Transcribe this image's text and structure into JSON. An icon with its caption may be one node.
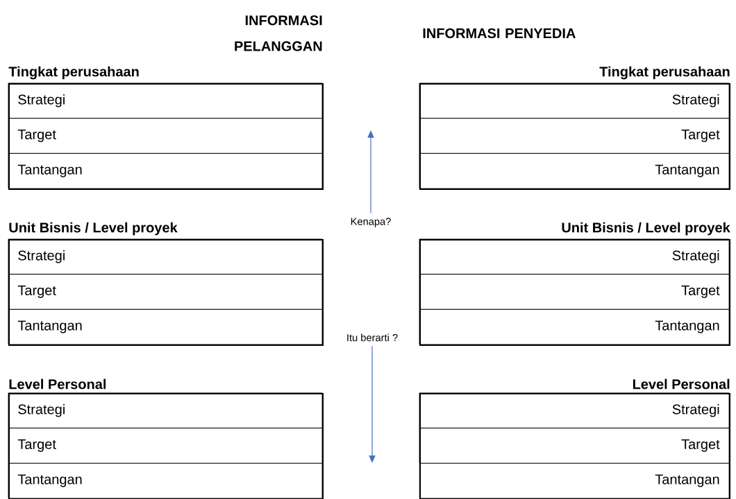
{
  "diagram": {
    "nodes": [
      {
        "text": [
          "Tingkat perusahaan"
        ]
      },
      {
        "text": [
          "Strategi"
        ],
        "in": 0
      },
      {
        "text": [
          "Target"
        ],
        "in": 0
      },
      {
        "text": [
          "Tantangan"
        ],
        "in": 0
      },
      {
        "text": [
          "Tingkat perusahaan"
        ]
      },
      {
        "text": [
          "Strategi"
        ],
        "in": 4
      },
      {
        "text": [
          "Target"
        ],
        "in": 4
      },
      {
        "text": [
          "Tantangan"
        ],
        "in": 4
      },
      {
        "text": [
          "Unit Bisnis / Level proyek"
        ]
      },
      {
        "text": [
          "Strategi"
        ],
        "in": 8
      },
      {
        "text": [
          "Target"
        ],
        "in": 8
      },
      {
        "text": [
          "Tantangan"
        ],
        "in": 8
      },
      {
        "text": [
          "Unit Bisnis / Level proyek"
        ]
      },
      {
        "text": [
          "Strategi"
        ],
        "in": 12
      },
      {
        "text": [
          "Target"
        ],
        "in": 12
      },
      {
        "text": [
          "Tantangan"
        ],
        "in": 12
      },
      {
        "text": [
          "Level Personal"
        ]
      },
      {
        "text": [
          "Strategi"
        ],
        "in": 16
      },
      {
        "text": [
          "Target"
        ],
        "in": 16
      },
      {
        "text": [
          "Tantangan"
        ],
        "in": 16
      },
      {
        "text": [
          "Level Personal"
        ]
      },
      {
        "text": [
          "Strategi"
        ],
        "in": 20
      },
      {
        "text": [
          "Target"
        ],
        "in": 20
      },
      {
        "text": [
          "Tantangan"
        ],
        "in": 20
      },
      {
        "text": [
          "Kenapa?"
        ]
      },
      {
        "text": [
          "Itu berarti ?"
        ]
      }
    ],
    "edges": [
      {
        "from": 24,
        "to": null,
        "arrow": "to"
      },
      {
        "from": 25,
        "to": null,
        "arrow": "to"
      }
    ],
    "labels": [
      "INFORMASI PELANGGAN",
      "INFORMASI PENYEDIA"
    ]
  }
}
